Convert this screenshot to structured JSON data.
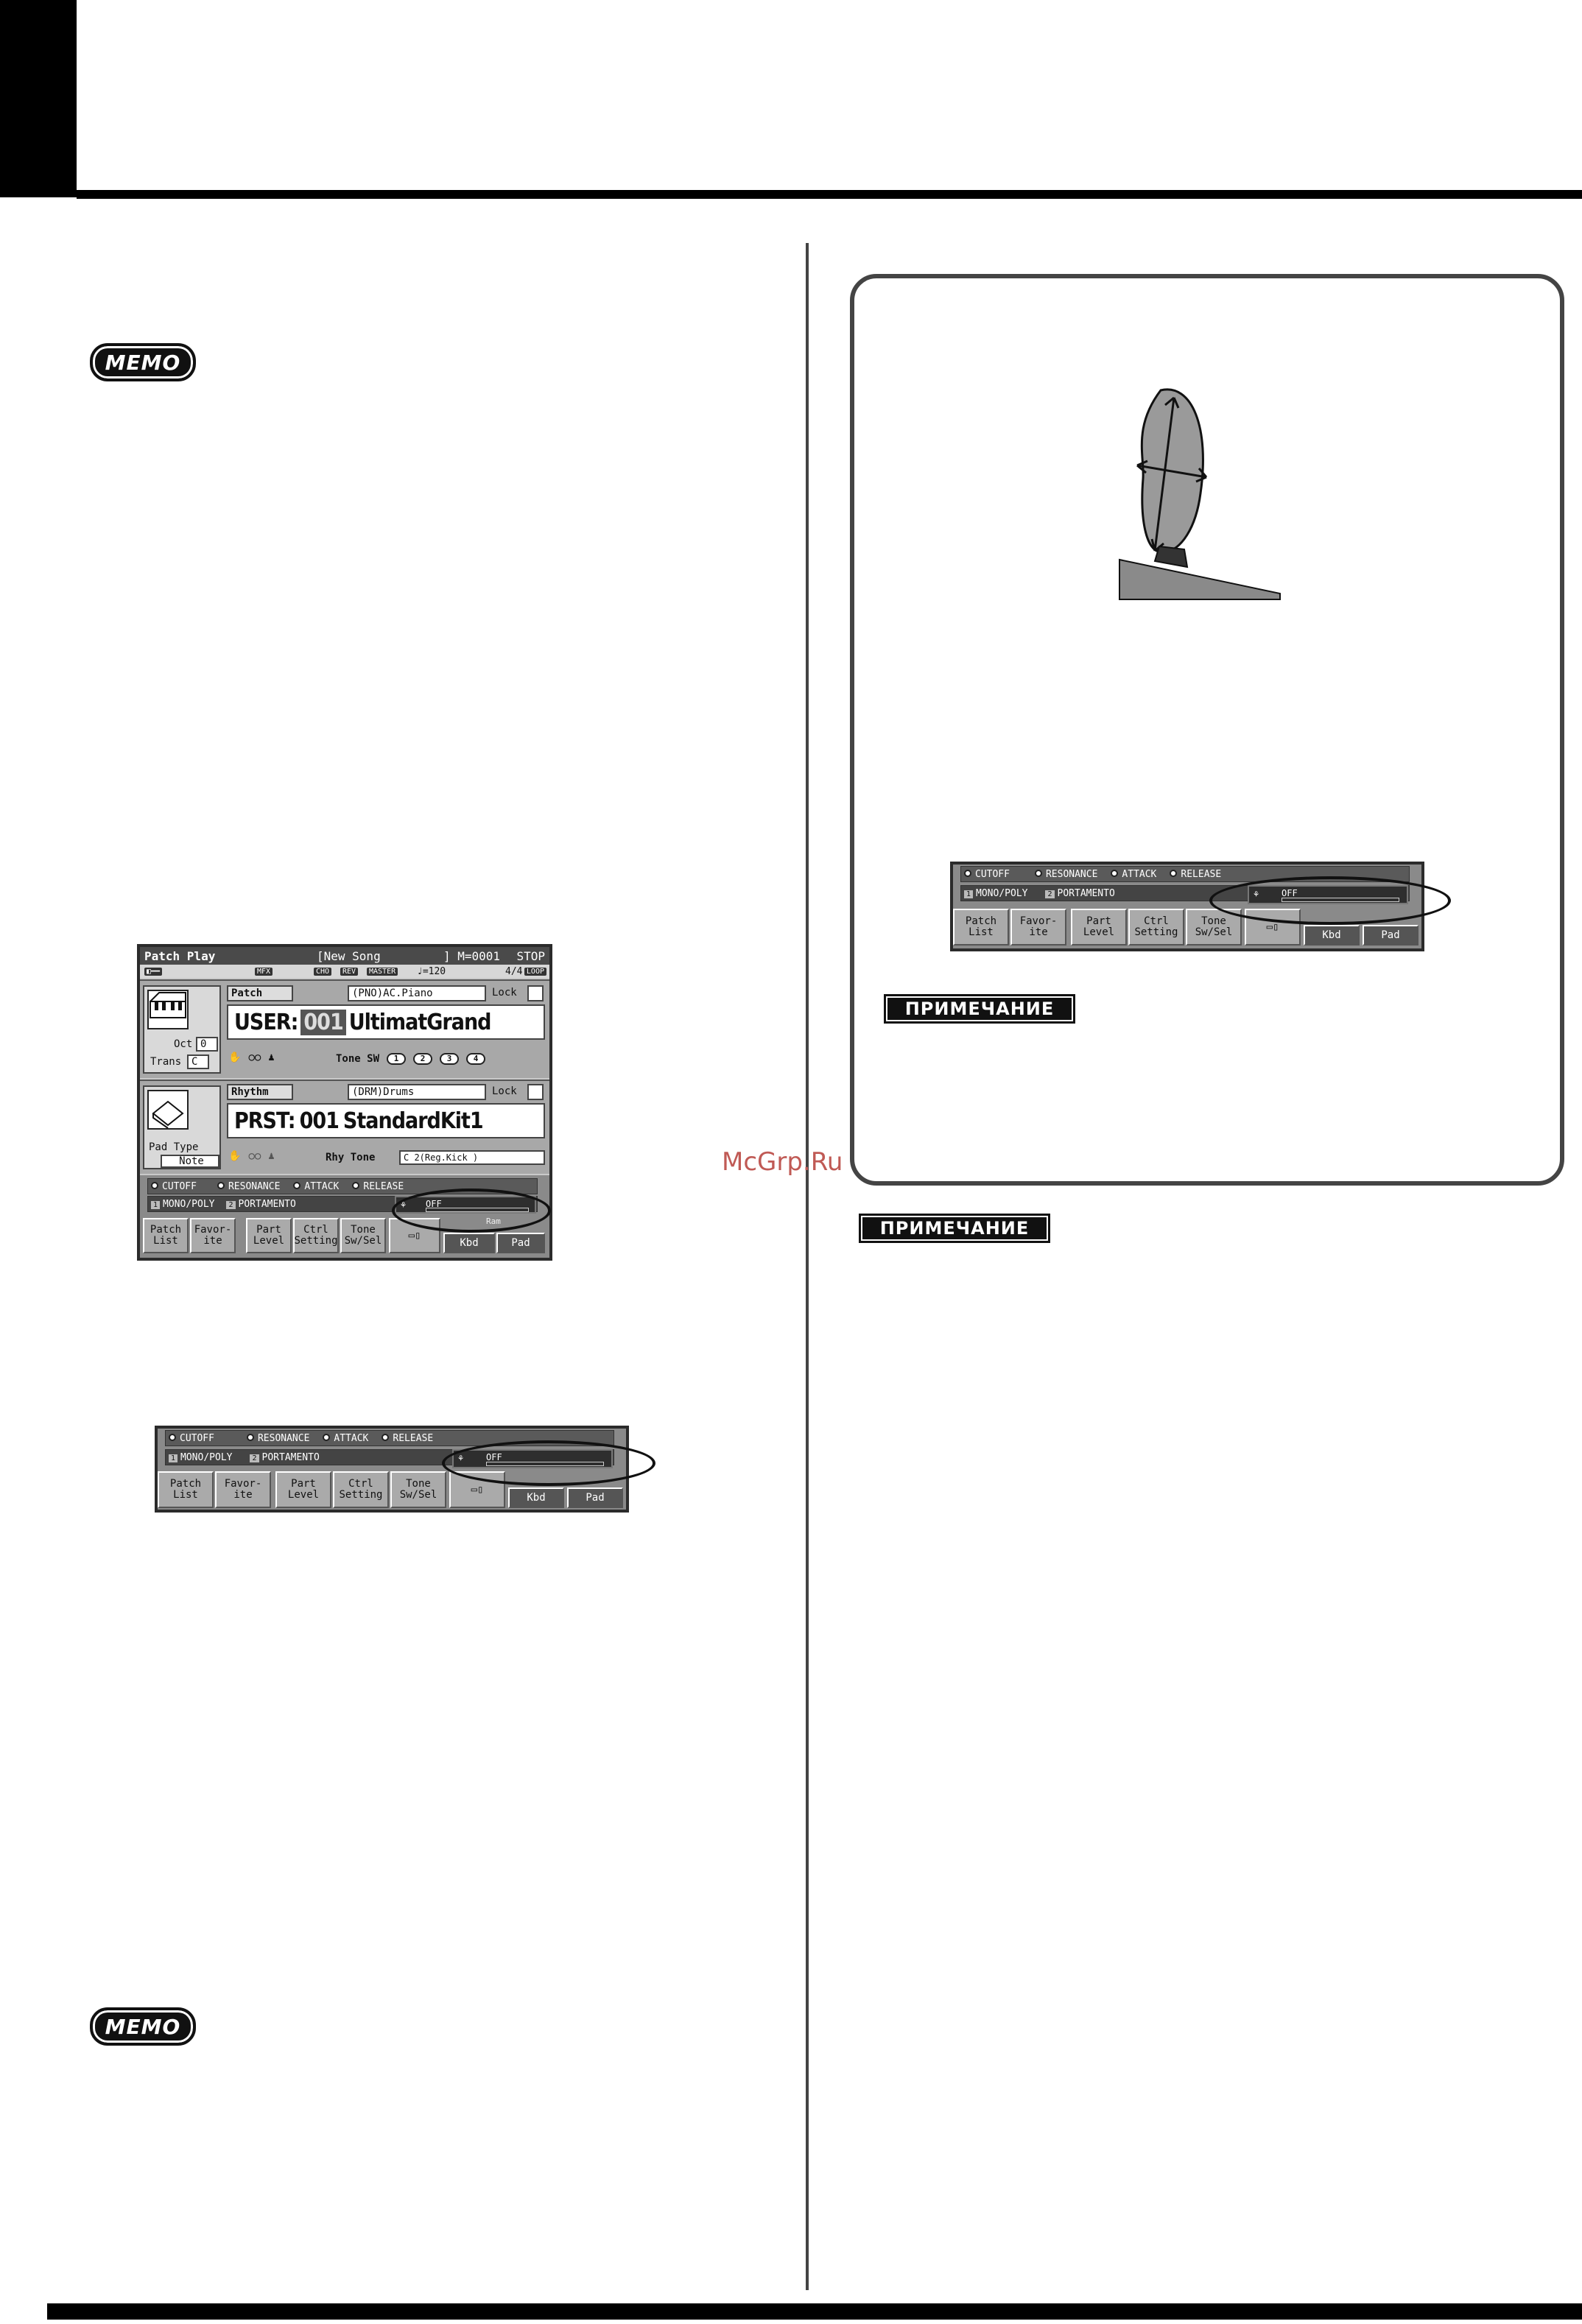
{
  "watermark": "McGrp.Ru",
  "memo_label": "MEMO",
  "note_label": "ПРИМЕЧАНИЕ",
  "patch_screen": {
    "title": "Patch Play",
    "song": "[New Song",
    "measure": "] M=0001",
    "transport": "STOP",
    "tempo": "♩=120",
    "time_sig": "4/4",
    "loop": "LOOP",
    "mfx": "MFX",
    "chips": [
      "CHO",
      "REV",
      "MASTER"
    ],
    "patch_label": "Patch",
    "patch_category": "(PNO)AC.Piano",
    "lock": "Lock",
    "patch_bank": "USER:",
    "patch_number": "001",
    "patch_name": "UltimatGrand",
    "oct_label": "Oct",
    "oct_value": "0",
    "trans_label": "Trans",
    "trans_value": "C",
    "tone_sw_label": "Tone SW",
    "tone_sw": [
      "1",
      "2",
      "3",
      "4"
    ],
    "rhythm_label": "Rhythm",
    "rhythm_category": "(DRM)Drums",
    "rhythm_bank": "PRST:",
    "rhythm_number": "001",
    "rhythm_name": "StandardKit1",
    "pad_type_label": "Pad Type",
    "pad_type_value": "Note",
    "rhy_tone_label": "Rhy Tone",
    "rhy_tone_value": "C 2(Reg.Kick        )"
  },
  "controls": {
    "knobs": [
      "CUTOFF",
      "RESONANCE",
      "ATTACK",
      "RELEASE"
    ],
    "switches": [
      {
        "num": "1",
        "label": "MONO/POLY"
      },
      {
        "num": "2",
        "label": "PORTAMENTO"
      }
    ],
    "off_label": "OFF",
    "buttons": [
      "Patch\nList",
      "Favor-\nite",
      "Part\nLevel",
      "Ctrl\nSetting",
      "Tone\nSw/Sel"
    ],
    "buttons_right": [
      "Kbd",
      "Pad"
    ],
    "ram_label": "Ram"
  }
}
